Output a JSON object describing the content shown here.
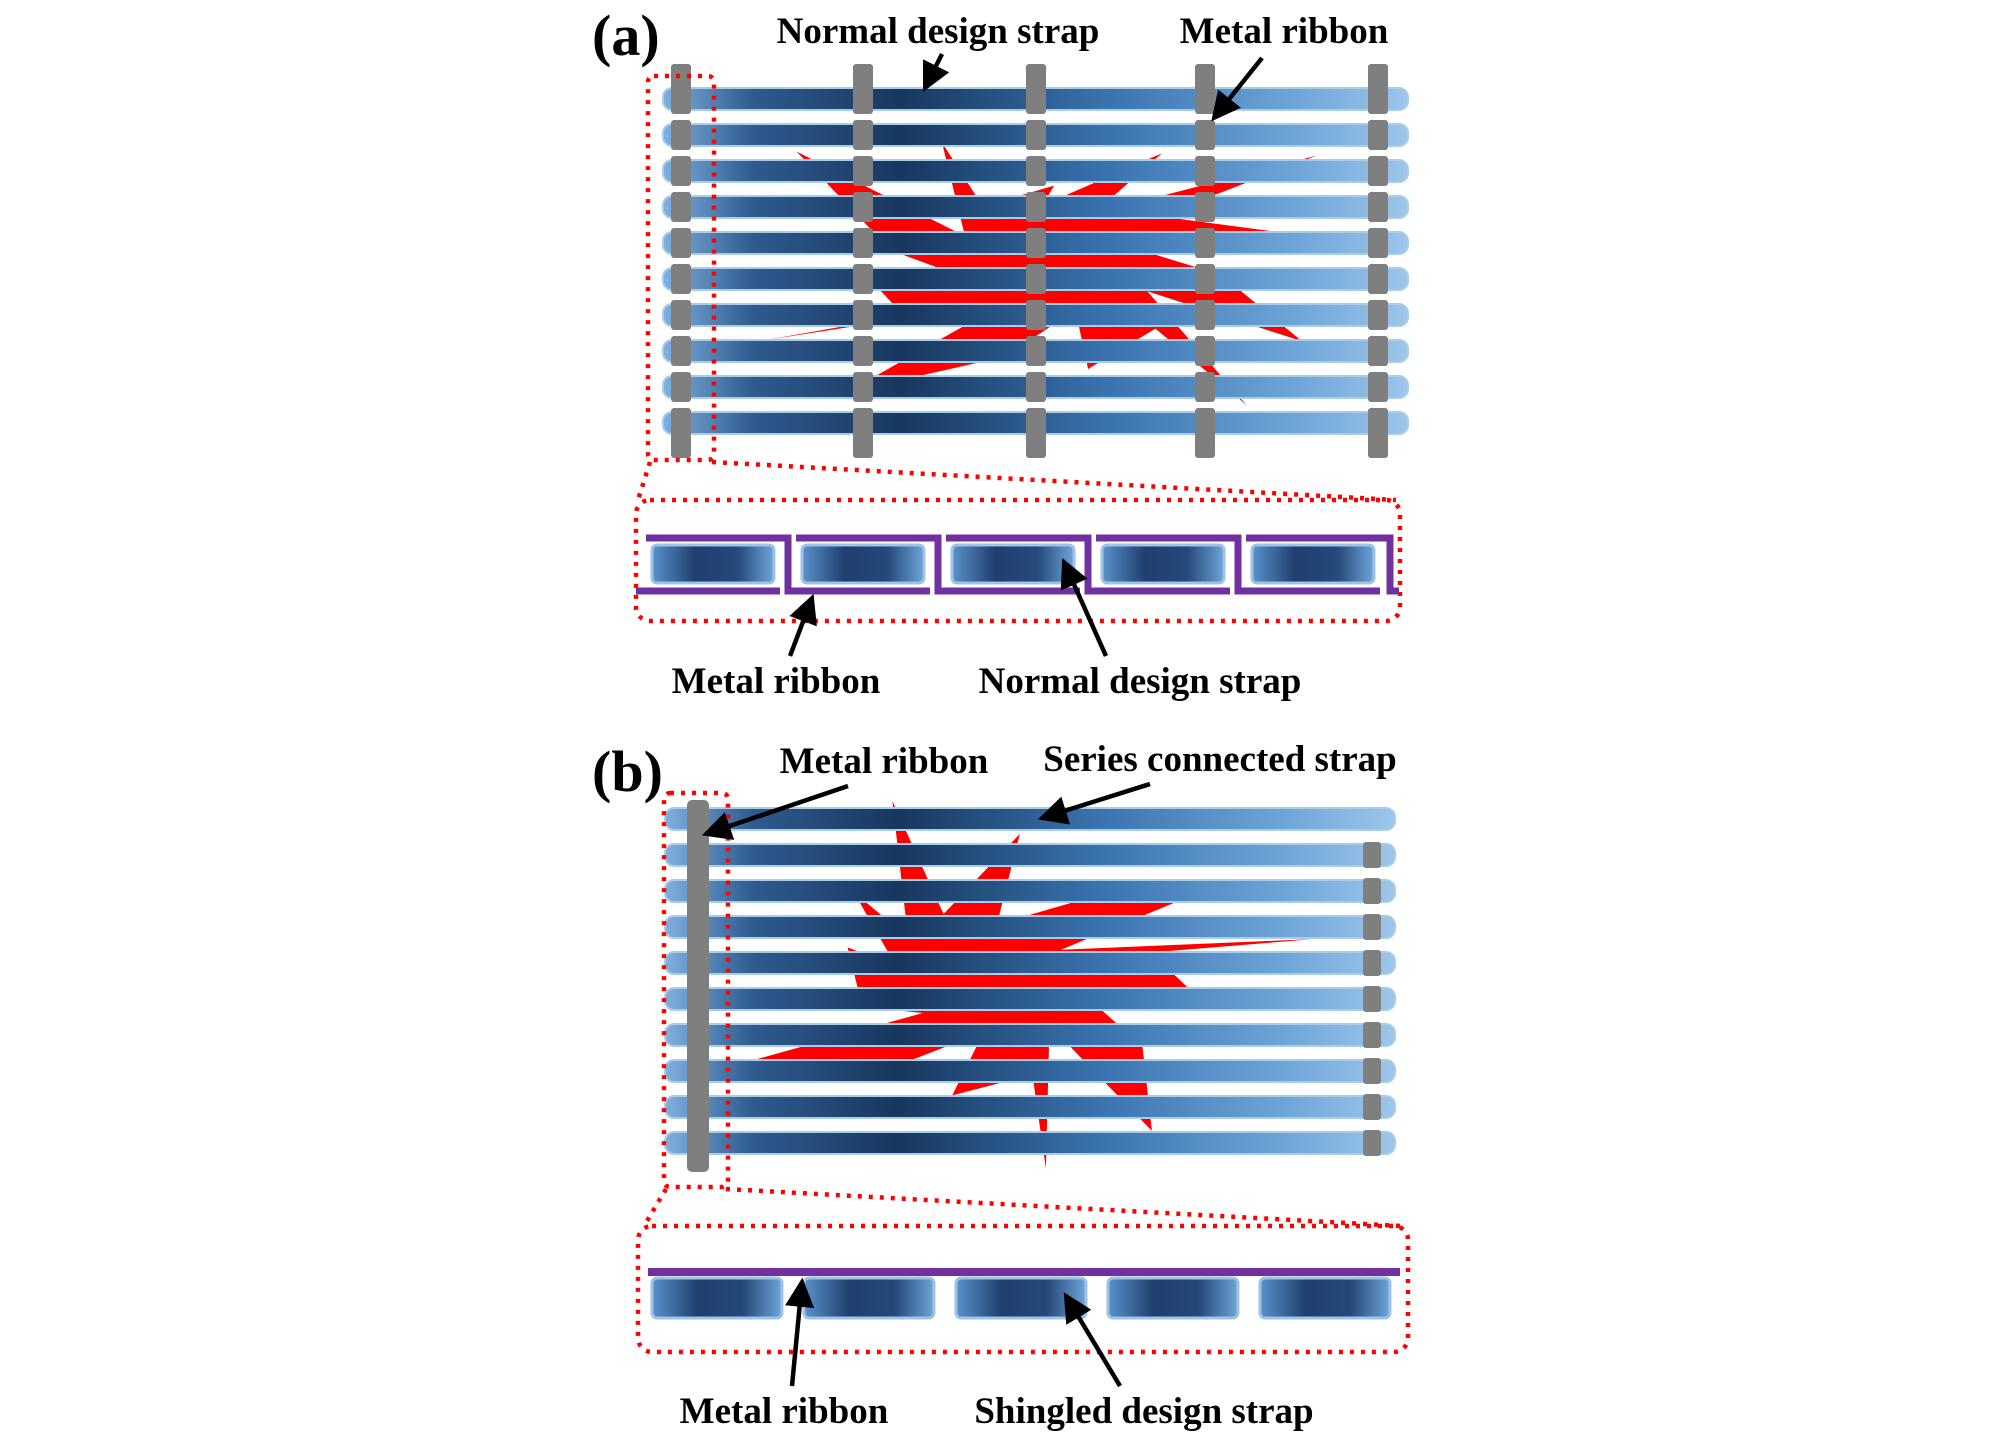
{
  "panel_a": {
    "tag": "(a)",
    "strap_label": "Normal design strap",
    "ribbon_label": "Metal ribbon",
    "zoom": {
      "ribbon_label": "Metal ribbon",
      "strap_label": "Normal design strap"
    }
  },
  "panel_b": {
    "tag": "(b)",
    "ribbon_label": "Metal ribbon",
    "strap_label": "Series connected strap",
    "zoom": {
      "ribbon_label": "Metal ribbon",
      "strap_label": "Shingled design strap"
    }
  },
  "colors": {
    "strap_blue_light": "#5b9bd5",
    "strap_blue_dark": "#17375e",
    "strap_outline": "#a9cde9",
    "ribbon_gray": "#7f7f7f",
    "defect_red": "#fe0000",
    "interconnect_purple": "#7030a0",
    "callout_red": "#ff0000",
    "text_black": "#000000"
  }
}
